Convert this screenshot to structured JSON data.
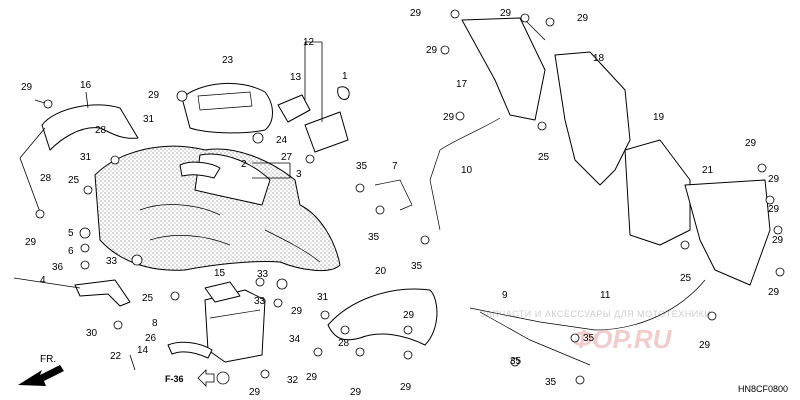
{
  "diagram": {
    "code": "HN8CF0800",
    "ref": "F-36",
    "front_label": "FR.",
    "watermark_text": "ЗАПЧАСТИ И АКСЕССУАРЫ ДЛЯ МОТОТЕХНИКИ",
    "watermark_logo": "ФОР.RU",
    "accent_color": "#d22f2f",
    "callouts": [
      {
        "id": "c29a",
        "label": "29"
      },
      {
        "id": "c16",
        "label": "16"
      },
      {
        "id": "c28a",
        "label": "28"
      },
      {
        "id": "c31a",
        "label": "31"
      },
      {
        "id": "c28b",
        "label": "28"
      },
      {
        "id": "c25a",
        "label": "25"
      },
      {
        "id": "c29b",
        "label": "29"
      },
      {
        "id": "c5",
        "label": "5"
      },
      {
        "id": "c6",
        "label": "6"
      },
      {
        "id": "c36",
        "label": "36"
      },
      {
        "id": "c4",
        "label": "4"
      },
      {
        "id": "c33a",
        "label": "33"
      },
      {
        "id": "c30",
        "label": "30"
      },
      {
        "id": "c8",
        "label": "8"
      },
      {
        "id": "c26",
        "label": "26"
      },
      {
        "id": "c22",
        "label": "22"
      },
      {
        "id": "c14",
        "label": "14"
      },
      {
        "id": "c29c",
        "label": "29"
      },
      {
        "id": "c31b",
        "label": "31"
      },
      {
        "id": "c23",
        "label": "23"
      },
      {
        "id": "c12",
        "label": "12"
      },
      {
        "id": "c13",
        "label": "13"
      },
      {
        "id": "c1",
        "label": "1"
      },
      {
        "id": "c24",
        "label": "24"
      },
      {
        "id": "c2",
        "label": "2"
      },
      {
        "id": "c27",
        "label": "27"
      },
      {
        "id": "c3",
        "label": "3"
      },
      {
        "id": "c15",
        "label": "15"
      },
      {
        "id": "c25b",
        "label": "25"
      },
      {
        "id": "c33b",
        "label": "33"
      },
      {
        "id": "c33c",
        "label": "33"
      },
      {
        "id": "c29d",
        "label": "29"
      },
      {
        "id": "c34",
        "label": "34"
      },
      {
        "id": "c29e",
        "label": "29"
      },
      {
        "id": "c32",
        "label": "32"
      },
      {
        "id": "c31c",
        "label": "31"
      },
      {
        "id": "c20",
        "label": "20"
      },
      {
        "id": "c29f",
        "label": "29"
      },
      {
        "id": "c28c",
        "label": "28"
      },
      {
        "id": "c29g",
        "label": "29"
      },
      {
        "id": "c29h",
        "label": "29"
      },
      {
        "id": "c29i",
        "label": "29"
      },
      {
        "id": "c35a",
        "label": "35"
      },
      {
        "id": "c35b",
        "label": "35"
      },
      {
        "id": "c7",
        "label": "7"
      },
      {
        "id": "c35c",
        "label": "35"
      },
      {
        "id": "c10",
        "label": "10"
      },
      {
        "id": "c29j",
        "label": "29"
      },
      {
        "id": "c29k",
        "label": "29"
      },
      {
        "id": "c29l",
        "label": "29"
      },
      {
        "id": "c29m",
        "label": "29"
      },
      {
        "id": "c17",
        "label": "17"
      },
      {
        "id": "c18",
        "label": "18"
      },
      {
        "id": "c29n",
        "label": "29"
      },
      {
        "id": "c25c",
        "label": "25"
      },
      {
        "id": "c19",
        "label": "19"
      },
      {
        "id": "c29o",
        "label": "29"
      },
      {
        "id": "c21",
        "label": "21"
      },
      {
        "id": "c29p",
        "label": "29"
      },
      {
        "id": "c29q",
        "label": "29"
      },
      {
        "id": "c29r",
        "label": "29"
      },
      {
        "id": "c25d",
        "label": "25"
      },
      {
        "id": "c29s",
        "label": "29"
      },
      {
        "id": "c9",
        "label": "9"
      },
      {
        "id": "c11",
        "label": "11"
      },
      {
        "id": "c35d",
        "label": "35"
      },
      {
        "id": "c35e",
        "label": "35"
      },
      {
        "id": "c29t",
        "label": "29"
      },
      {
        "id": "c35f",
        "label": "35"
      }
    ]
  }
}
